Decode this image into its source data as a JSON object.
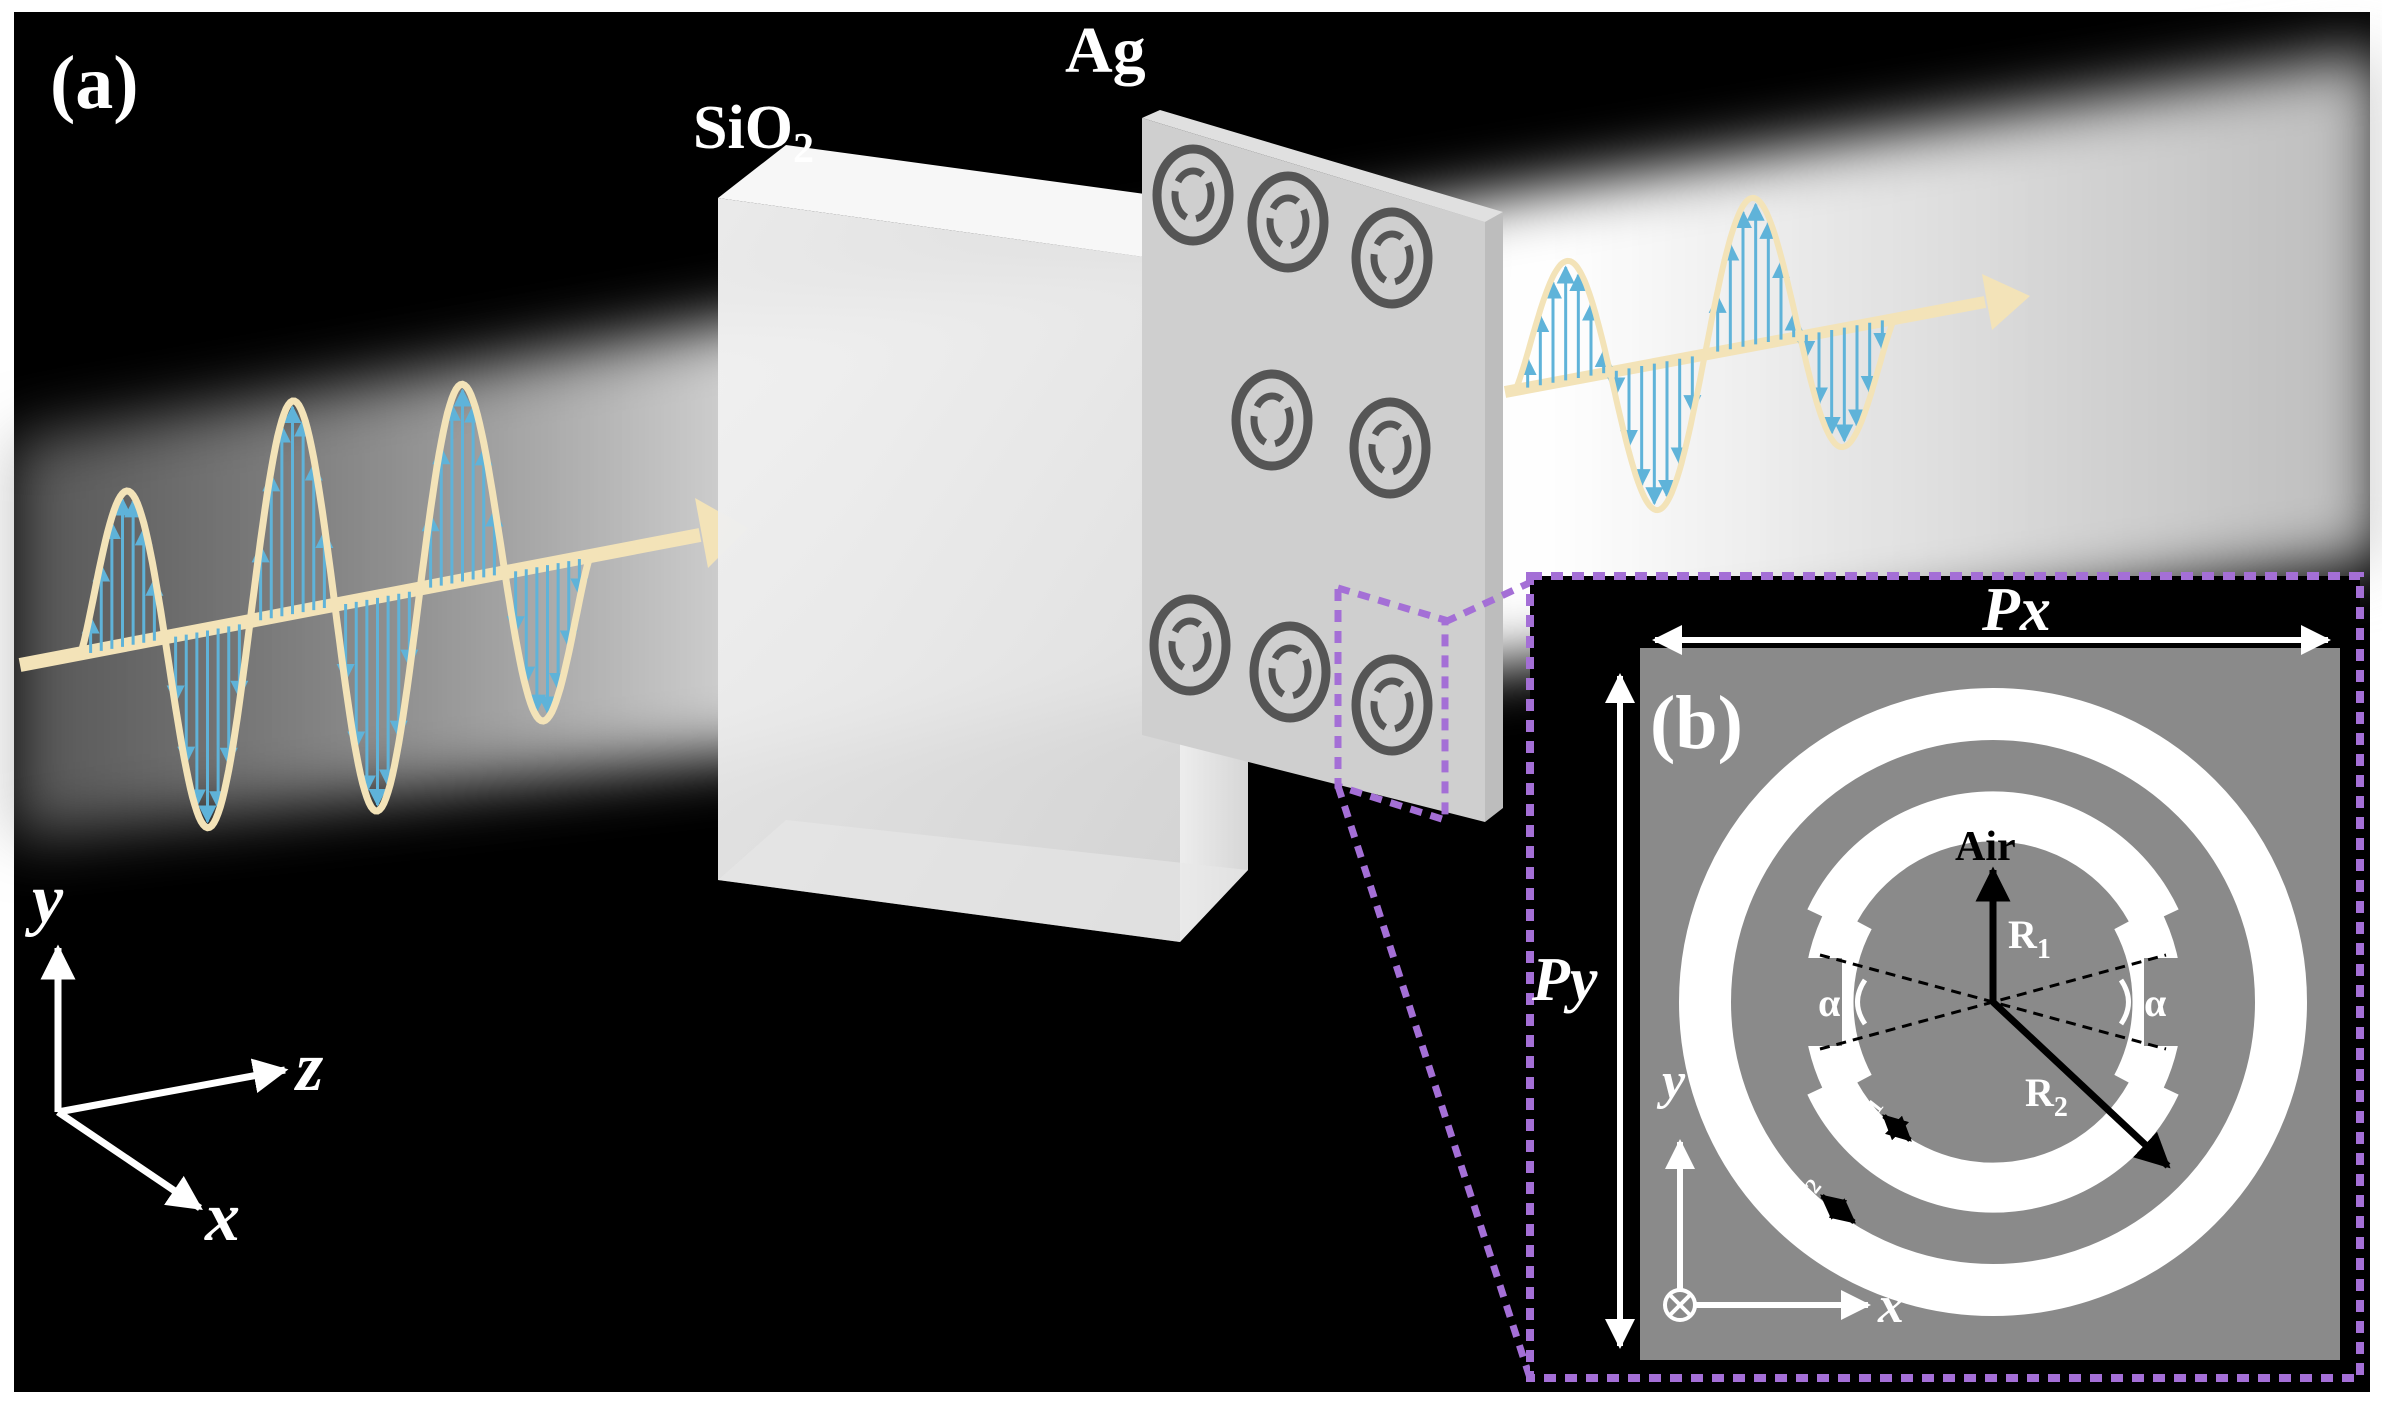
{
  "panel_a": {
    "label": "(a)",
    "sio2_label": "SiO",
    "sio2_subscript": "2",
    "ag_label": "Ag",
    "axes": {
      "y": "y",
      "z": "z",
      "x": "x"
    }
  },
  "panel_b": {
    "label": "(b)",
    "px_label": "Px",
    "py_label": "Py",
    "air_label": "Air",
    "r1_label": "R",
    "r1_sub": "1",
    "r2_label": "R",
    "r2_sub": "2",
    "alpha_left": "α",
    "alpha_right": "α",
    "w1_label": "w",
    "w1_sub": "1",
    "w2_label": "w",
    "w2_sub": "2",
    "axis_y": "y",
    "axis_x": "x"
  },
  "colors": {
    "background": "#000000",
    "beam": "#f5f5f5",
    "wave": "#f3e3b8",
    "field_arrow": "#5fb3d9",
    "silver": "#c8c8c8",
    "unit_cell": "#8a8a8a",
    "zoom_frame": "#a46fd6"
  }
}
